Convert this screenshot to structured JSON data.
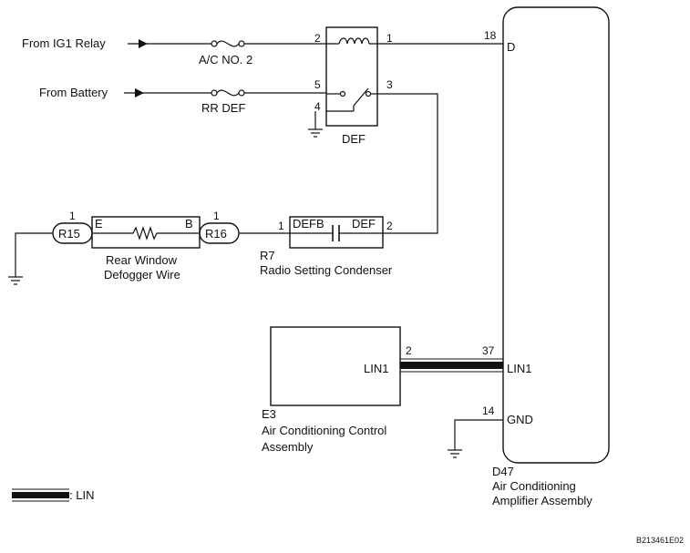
{
  "sources": {
    "ig1": "From IG1 Relay",
    "battery": "From Battery"
  },
  "fuses": {
    "ac_no2": "A/C NO. 2",
    "rr_def": "RR DEF"
  },
  "def_relay": {
    "name": "DEF",
    "pins": [
      "2",
      "1",
      "5",
      "3",
      "4"
    ]
  },
  "amplifier": {
    "code": "D47",
    "name_line1": "Air Conditioning",
    "name_line2": "Amplifier Assembly",
    "pins": {
      "d_num": "18",
      "d_name": "D",
      "lin_num": "37",
      "lin_name": "LIN1",
      "gnd_num": "14",
      "gnd_name": "GND"
    }
  },
  "condenser": {
    "code": "R7",
    "name": "Radio Setting Condenser",
    "term_left": "DEFB",
    "term_right": "DEF",
    "pin_left": "1",
    "pin_right": "2"
  },
  "defogger": {
    "name_line1": "Rear Window",
    "name_line2": "Defogger Wire",
    "term_left": "E",
    "term_right": "B",
    "conn_left": "R15",
    "conn_right": "R16",
    "pin_left": "1",
    "pin_right": "1"
  },
  "control": {
    "code": "E3",
    "name_line1": "Air Conditioning Control",
    "name_line2": "Assembly",
    "pin_num": "2",
    "pin_name": "LIN1"
  },
  "legend": {
    "label": ": LIN"
  },
  "figure_id": "B213461E02"
}
